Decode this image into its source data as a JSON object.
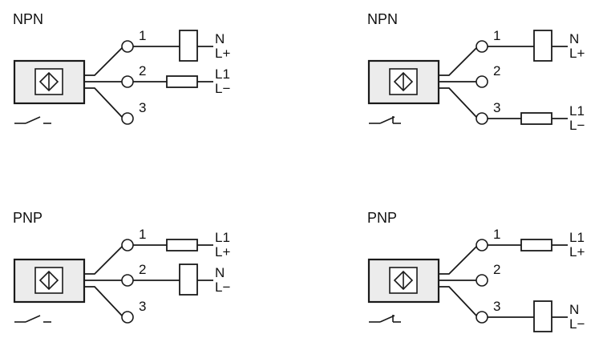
{
  "diagrams": [
    {
      "title": "NPN",
      "switch_type": "NO",
      "terminals": [
        {
          "num": "1",
          "label_top": "N",
          "label_bottom": "L+",
          "element": "coil"
        },
        {
          "num": "2",
          "label_top": "L1",
          "label_bottom": "L−",
          "element": "load"
        },
        {
          "num": "3",
          "label_top": "",
          "label_bottom": "",
          "element": "none"
        }
      ]
    },
    {
      "title": "NPN",
      "switch_type": "NC",
      "terminals": [
        {
          "num": "1",
          "label_top": "N",
          "label_bottom": "L+",
          "element": "coil"
        },
        {
          "num": "2",
          "label_top": "",
          "label_bottom": "",
          "element": "none"
        },
        {
          "num": "3",
          "label_top": "L1",
          "label_bottom": "L−",
          "element": "load"
        }
      ]
    },
    {
      "title": "PNP",
      "switch_type": "NO",
      "terminals": [
        {
          "num": "1",
          "label_top": "L1",
          "label_bottom": "L+",
          "element": "load"
        },
        {
          "num": "2",
          "label_top": "N",
          "label_bottom": "L−",
          "element": "coil"
        },
        {
          "num": "3",
          "label_top": "",
          "label_bottom": "",
          "element": "none"
        }
      ]
    },
    {
      "title": "PNP",
      "switch_type": "NC",
      "terminals": [
        {
          "num": "1",
          "label_top": "L1",
          "label_bottom": "L+",
          "element": "load"
        },
        {
          "num": "2",
          "label_top": "",
          "label_bottom": "",
          "element": "none"
        },
        {
          "num": "3",
          "label_top": "N",
          "label_bottom": "L−",
          "element": "coil"
        }
      ]
    }
  ]
}
